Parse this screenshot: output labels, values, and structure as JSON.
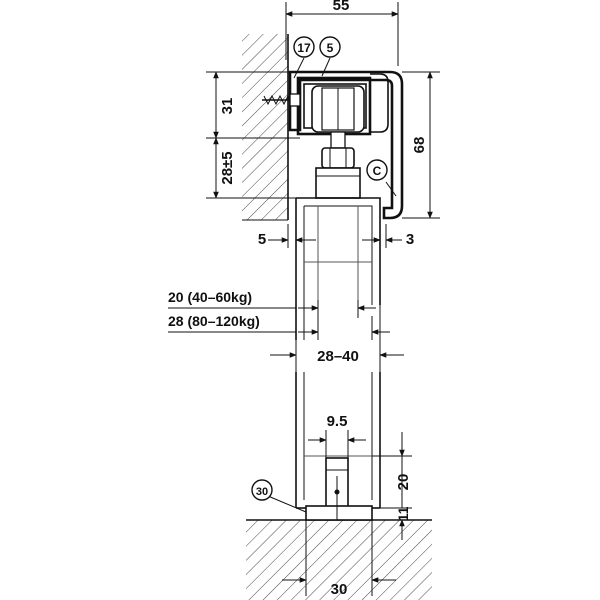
{
  "dimensions": {
    "top_width": "55",
    "height_31": "31",
    "height_28": "28±5",
    "height_68": "68",
    "gap_left": "5",
    "gap_right": "3",
    "width_20": "20 (40–60kg)",
    "width_28": "28 (80–120kg)",
    "door_range": "28–40",
    "slot_width": "9.5",
    "guide_height": "20",
    "guide_gap": "11",
    "floor_width": "30"
  },
  "callouts": {
    "part_17": "17",
    "part_5": "5",
    "part_c": "C",
    "part_30": "30"
  }
}
